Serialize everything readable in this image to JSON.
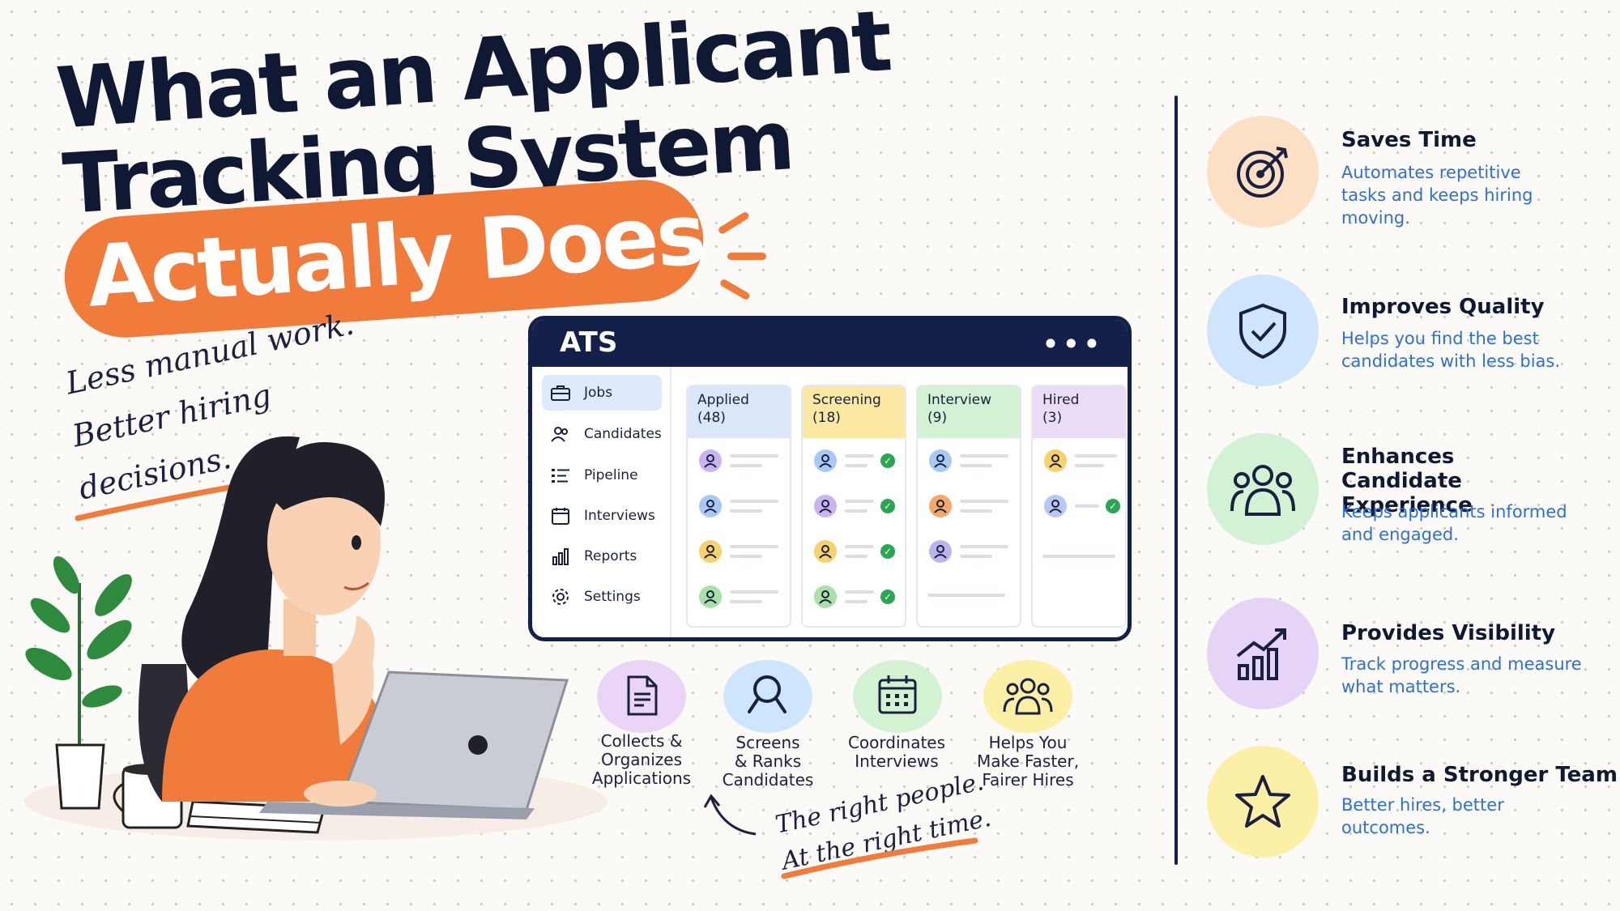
{
  "headline": {
    "line1": "What an Applicant",
    "line2": "Tracking System",
    "line3": "Actually Does"
  },
  "tagline": {
    "line1": "Less manual work.",
    "line2": "Better hiring",
    "line3": "decisions."
  },
  "footer_note": {
    "line1": "The right people.",
    "line2": "At the right time."
  },
  "ats": {
    "title": "ATS",
    "menu_glyph": "•••",
    "nav": [
      {
        "label": "Jobs",
        "icon": "briefcase-icon",
        "active": true
      },
      {
        "label": "Candidates",
        "icon": "people-icon"
      },
      {
        "label": "Pipeline",
        "icon": "list-icon"
      },
      {
        "label": "Interviews",
        "icon": "calendar-icon"
      },
      {
        "label": "Reports",
        "icon": "bar-chart-icon"
      },
      {
        "label": "Settings",
        "icon": "gear-icon"
      }
    ],
    "columns": [
      {
        "name": "Applied",
        "count": "(48)",
        "color": "#dbe6fb"
      },
      {
        "name": "Screening",
        "count": "(18)",
        "color": "#fbe9a3"
      },
      {
        "name": "Interview",
        "count": "(9)",
        "color": "#d3f2d3"
      },
      {
        "name": "Hired",
        "count": "(3)",
        "color": "#eadcf6"
      }
    ]
  },
  "features": [
    {
      "label": "Collects & Organizes Applications",
      "l1": "Collects &",
      "l2": "Organizes",
      "l3": "Applications",
      "icon": "document-icon",
      "color": "#ead5f6"
    },
    {
      "label": "Screens & Ranks Candidates",
      "l1": "Screens",
      "l2": "& Ranks",
      "l3": "Candidates",
      "icon": "magnifier-icon",
      "color": "#cde6fb"
    },
    {
      "label": "Coordinates Interviews",
      "l1": "Coordinates",
      "l2": "Interviews",
      "l3": "",
      "icon": "calendar-icon",
      "color": "#d2f2d2"
    },
    {
      "label": "Helps You Make Faster, Fairer Hires",
      "l1": "Helps You",
      "l2": "Make Faster,",
      "l3": "Fairer Hires",
      "icon": "team-icon",
      "color": "#fbf0a6"
    }
  ],
  "benefits": [
    {
      "title": "Saves Time",
      "desc": "Automates repetitive tasks and keeps hiring moving.",
      "icon": "target-icon",
      "color": "#fce0c4"
    },
    {
      "title": "Improves Quality",
      "desc": "Helps you find the best candidates with less bias.",
      "icon": "shield-check-icon",
      "color": "#cfe5fb"
    },
    {
      "title": "Enhances Candidate Experience",
      "desc": "Keeps applicants informed and engaged.",
      "icon": "group-icon",
      "color": "#d2f2d4"
    },
    {
      "title": "Provides Visibility",
      "desc": "Track progress and measure what matters.",
      "icon": "growth-chart-icon",
      "color": "#e6d4f6"
    },
    {
      "title": "Builds a Stronger Team",
      "desc": "Better hires, better outcomes.",
      "icon": "star-icon",
      "color": "#fbf0a6"
    }
  ],
  "colors": {
    "accent_orange": "#f07b3a",
    "navy": "#13214a",
    "link_blue": "#2f6fd6"
  }
}
